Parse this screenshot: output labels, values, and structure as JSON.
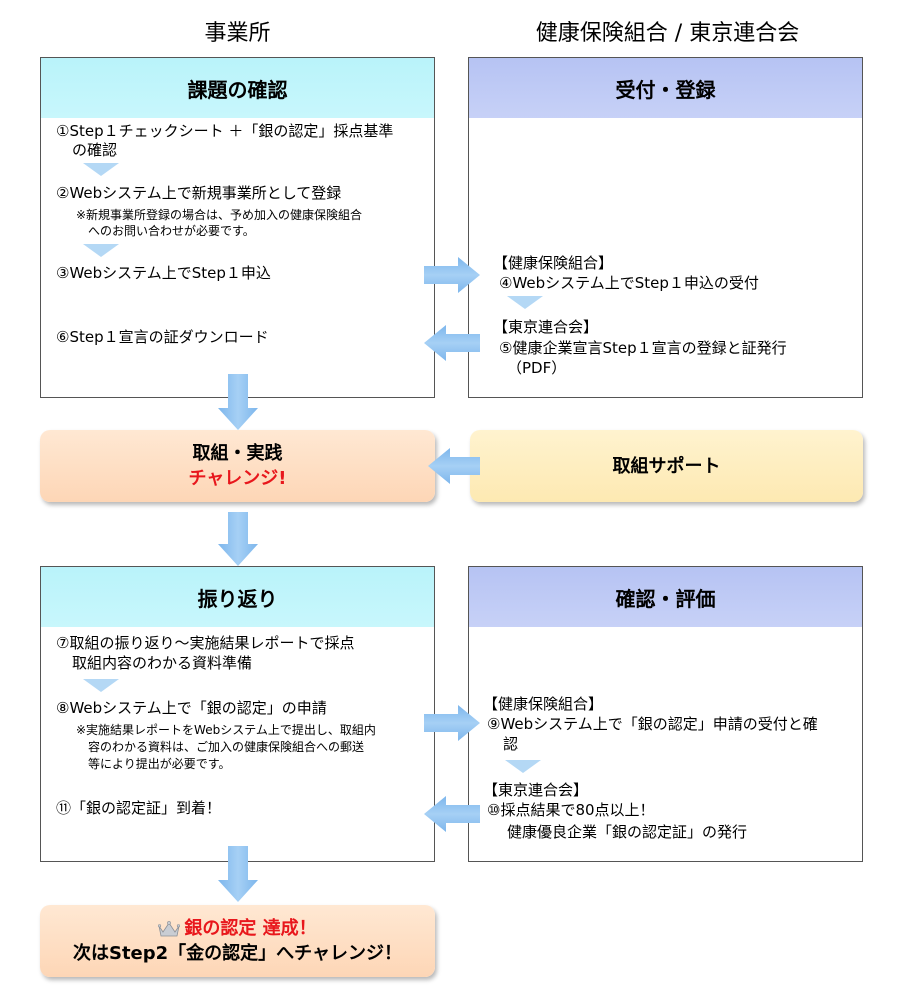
{
  "columns": {
    "left": "事業所",
    "right": "健康保険組合 / 東京連合会"
  },
  "panel1": {
    "title": "課題の確認",
    "step1_line1": "①Step１チェックシート ＋「銀の認定」採点基準",
    "step1_line2": "の確認",
    "step2": "②Webシステム上で新規事業所として登録",
    "step2_note_line1": "※新規事業所登録の場合は、予め加入の健康保険組合",
    "step2_note_line2": "へのお問い合わせが必要です。",
    "step3": "③Webシステム上でStep１申込",
    "step6": "⑥Step１宣言の証ダウンロード"
  },
  "panel2": {
    "title": "受付・登録",
    "kenpo_label": "【健康保険組合】",
    "step4": "④Webシステム上でStep１申込の受付",
    "rengo_label": "【東京連合会】",
    "step5_line1": "⑤健康企業宣言Step１宣言の登録と証発行",
    "step5_line2": "（PDF）"
  },
  "action": {
    "line1": "取組・実践",
    "line2": "チャレンジ!"
  },
  "support": {
    "label": "取組サポート"
  },
  "panel3": {
    "title": "振り返り",
    "step7_line1": "⑦取組の振り返り～実施結果レポートで採点",
    "step7_line2": "取組内容のわかる資料準備",
    "step8": "⑧Webシステム上で「銀の認定」の申請",
    "step8_note_line1": "※実施結果レポートをWebシステム上で提出し、取組内",
    "step8_note_line2": "容のわかる資料は、ご加入の健康保険組合への郵送",
    "step8_note_line3": "等により提出が必要です。",
    "step11": "⑪「銀の認定証」到着！"
  },
  "panel4": {
    "title": "確認・評価",
    "kenpo_label": "【健康保険組合】",
    "step9_line1": "⑨Webシステム上で「銀の認定」申請の受付と確",
    "step9_line2": "認",
    "rengo_label": "【東京連合会】",
    "step10_line1": "⑩採点結果で80点以上！",
    "step10_line2": "健康優良企業「銀の認定証」の発行"
  },
  "achievement": {
    "icon": "crown-icon",
    "line1": "銀の認定 達成！",
    "line2": "次はStep2「金の認定」へチャレンジ！"
  },
  "colors": {
    "arrow": "#8ec4f0",
    "triangle": "#b4d8f5",
    "accent_red": "#e8171c"
  }
}
